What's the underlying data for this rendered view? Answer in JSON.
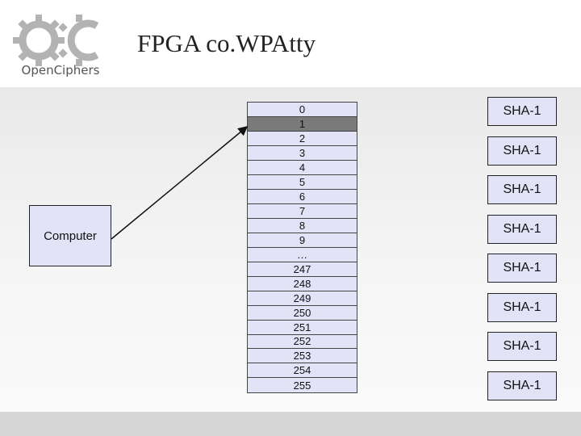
{
  "header": {
    "title": "FPGA co.WPAtty",
    "logo_text": "OpenCiphers"
  },
  "computer": {
    "label": "Computer"
  },
  "table": {
    "rows": [
      "0",
      "1",
      "2",
      "3",
      "4",
      "5",
      "6",
      "7",
      "8",
      "9",
      "…",
      "247",
      "248",
      "249",
      "250",
      "251",
      "252",
      "253",
      "254",
      "255"
    ],
    "selected_index": 1
  },
  "sha_blocks": [
    "SHA-1",
    "SHA-1",
    "SHA-1",
    "SHA-1",
    "SHA-1",
    "SHA-1",
    "SHA-1",
    "SHA-1"
  ],
  "colors": {
    "box_fill": "#e3e3f8",
    "selected_row": "#7a7a7a",
    "logo_gray": "#b3b3b3"
  }
}
